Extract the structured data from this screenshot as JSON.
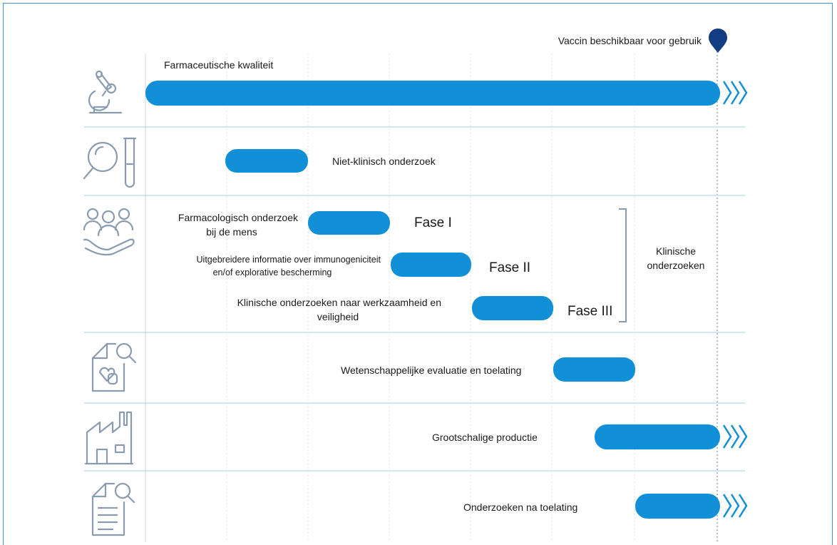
{
  "milestone": {
    "label": "Vaccin beschikbaar voor gebruik",
    "icon": "location-pin-icon"
  },
  "rows": [
    {
      "id": "farmaceutisch",
      "icon": "microscope-icon",
      "label": "Farmaceutische kwaliteit"
    },
    {
      "id": "niet-klinisch",
      "icon": "magnifier-test-tube-icon",
      "label": "Niet-klinisch onderzoek"
    },
    {
      "id": "klinisch",
      "icon": "people-hand-icon",
      "phases": [
        {
          "label_line1": "Farmacologisch onderzoek",
          "label_line2": "bij de mens",
          "phase": "Fase I"
        },
        {
          "label_line1": "Uitgebreidere informatie over immunogeniciteit",
          "label_line2": "en/of explorative bescherming",
          "phase": "Fase II"
        },
        {
          "label_line1": "Klinische onderzoeken naar werkzaamheid en",
          "label_line2": "veiligheid",
          "phase": "Fase III"
        }
      ],
      "group_label_line1": "Klinische",
      "group_label_line2": "onderzoeken"
    },
    {
      "id": "evaluatie",
      "icon": "document-search-icon",
      "label": "Wetenschappelijke evaluatie en toelating"
    },
    {
      "id": "productie",
      "icon": "factory-icon",
      "label": "Grootschalige productie"
    },
    {
      "id": "na-toelating",
      "icon": "clipboard-search-icon",
      "label": "Onderzoeken na toelating"
    }
  ],
  "colors": {
    "bar": "#1190d8",
    "pin": "#123d82",
    "chevron": "#1190d8",
    "gridline": "#cfe4f3",
    "icon": "#8a9bb0"
  }
}
